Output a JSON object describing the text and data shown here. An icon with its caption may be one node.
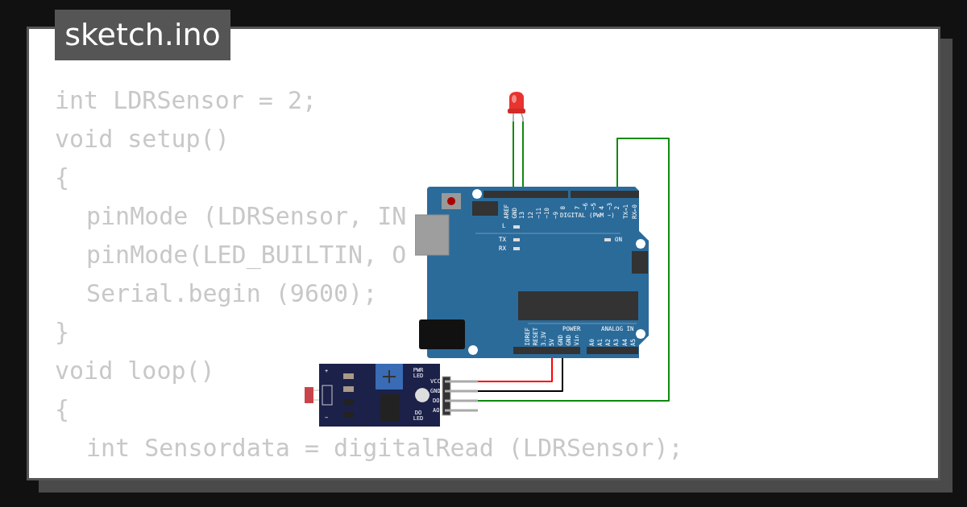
{
  "diagram": {
    "title": "sketch.ino",
    "nodes": [
      {
        "text": [],
        "shape": "picture"
      },
      {
        "text": [
          "AREF",
          "GND",
          "13",
          "12",
          "~11",
          "~10",
          "~9",
          "8",
          "7",
          "~6",
          "~5",
          "4",
          "~3",
          "2",
          "TX→1",
          "RX←0",
          "DIGITAL (PWM ~)",
          "L",
          "TX",
          "RX",
          "ON",
          "IOREF",
          "RESET",
          "3.3V",
          "5V",
          "GND",
          "GND",
          "Vin",
          "POWER",
          "ANALOG IN",
          "A0",
          "A1",
          "A2",
          "A3",
          "A4",
          "A5"
        ]
      },
      {
        "text": [
          "+",
          "PWR LED",
          "VCC",
          "GND",
          "DO",
          "AO",
          "DO LED",
          "−"
        ]
      }
    ],
    "edges": [
      {
        "from": 0,
        "to": 1,
        "arrow": "none"
      },
      {
        "from": 0,
        "to": 1,
        "arrow": "none"
      },
      {
        "from": 1,
        "to": 2,
        "arrow": "none"
      },
      {
        "from": 2,
        "to": 1,
        "arrow": "none",
        "color": "#ff0000"
      },
      {
        "from": 2,
        "to": 1,
        "arrow": "none",
        "color": "#000000"
      }
    ],
    "labels": [
      "int LDRSensor = 2;",
      "void setup()",
      "{",
      "pinMode (LDRSensor, IN",
      "pinMode(LED_BUILTIN, O",
      "Serial.begin (9600);",
      "}",
      "void loop()",
      "{",
      "int Sensordata = digitalRead (LDRSensor);"
    ]
  }
}
